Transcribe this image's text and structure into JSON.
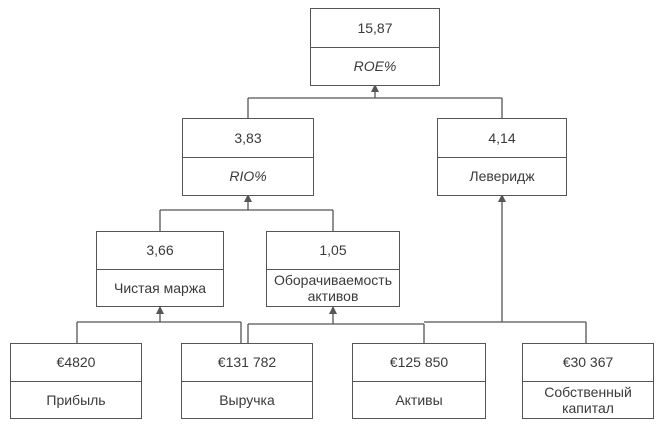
{
  "nodes": {
    "roe": {
      "value": "15,87",
      "label": "ROE%"
    },
    "rio": {
      "value": "3,83",
      "label": "RIO%"
    },
    "leverage": {
      "value": "4,14",
      "label": "Леверидж"
    },
    "margin": {
      "value": "3,66",
      "label": "Чистая маржа"
    },
    "turnover": {
      "value": "1,05",
      "label": "Оборачиваемость активов"
    },
    "profit": {
      "value": "€4820",
      "label": "Прибыль"
    },
    "revenue": {
      "value": "€131 782",
      "label": "Выручка"
    },
    "assets": {
      "value": "€125 850",
      "label": "Активы"
    },
    "equity": {
      "value": "€30 367",
      "label": "Собственный капитал"
    }
  },
  "edges": [
    {
      "from": [
        "rio",
        "leverage"
      ],
      "to": "roe"
    },
    {
      "from": [
        "margin",
        "turnover"
      ],
      "to": "rio"
    },
    {
      "from": [
        "profit",
        "revenue"
      ],
      "to": "margin"
    },
    {
      "from": [
        "revenue",
        "assets"
      ],
      "to": "turnover"
    },
    {
      "from": [
        "equity"
      ],
      "to": "leverage"
    }
  ],
  "colors": {
    "line": "#555555",
    "text": "#3a3a3a"
  }
}
